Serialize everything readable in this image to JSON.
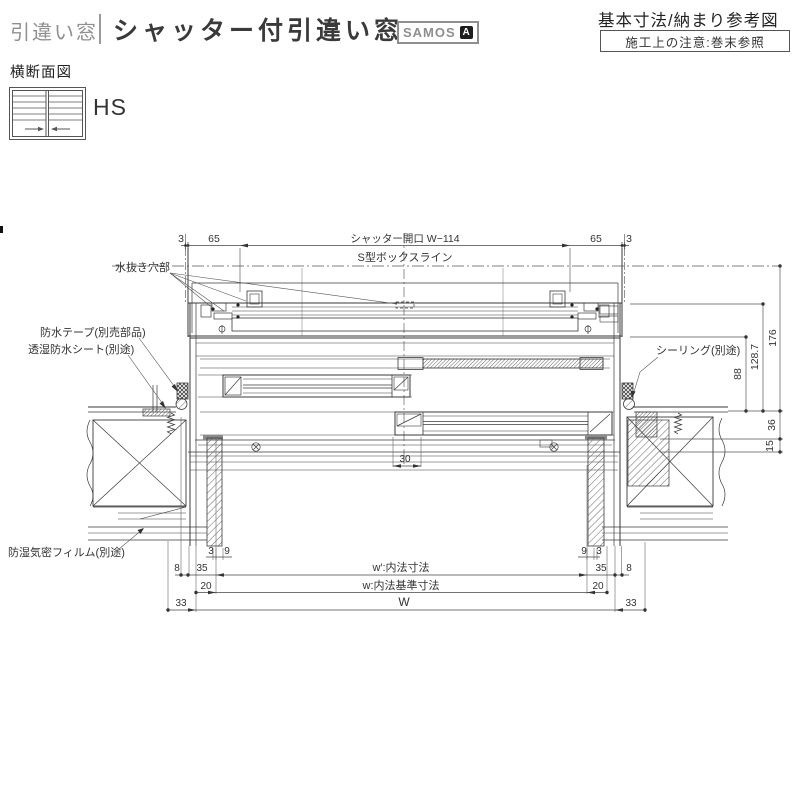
{
  "header": {
    "category": "引違い窓",
    "title": "シャッター付引違い窓",
    "brand": "SAMOS",
    "brand_mark": "A",
    "ref_title": "基本寸法/納まり参考図",
    "note": "施工上の注意:巻末参照"
  },
  "section": {
    "view_label": "横断面図",
    "type_code": "HS"
  },
  "drawing": {
    "top_dims": {
      "m3l": "3",
      "off65l": "65",
      "opening": "シャッター開口 W−114",
      "off65r": "65",
      "m3r": "3"
    },
    "box_line": "S型ボックスライン",
    "callouts": {
      "drain": "水抜き穴部",
      "tape": "防水テープ(別売部品)",
      "sheet": "透湿防水シート(別途)",
      "sealing": "シーリング(別途)",
      "film": "防湿気密フィルム(別途)"
    },
    "right_dims": {
      "d88": "88",
      "d128_7": "128.7",
      "d176": "176",
      "d36": "36",
      "d15": "15"
    },
    "bottom_dims": {
      "overlap30": "30",
      "l3": "3",
      "l9": "9",
      "r9": "9",
      "r3": "3",
      "l8": "8",
      "l35": "35",
      "r35": "35",
      "r8": "8",
      "l20": "20",
      "r20": "20",
      "l33": "33",
      "r33": "33",
      "w_inner": "w′:内法寸法",
      "w_base": "w:内法基準寸法",
      "w_total": "W"
    }
  }
}
